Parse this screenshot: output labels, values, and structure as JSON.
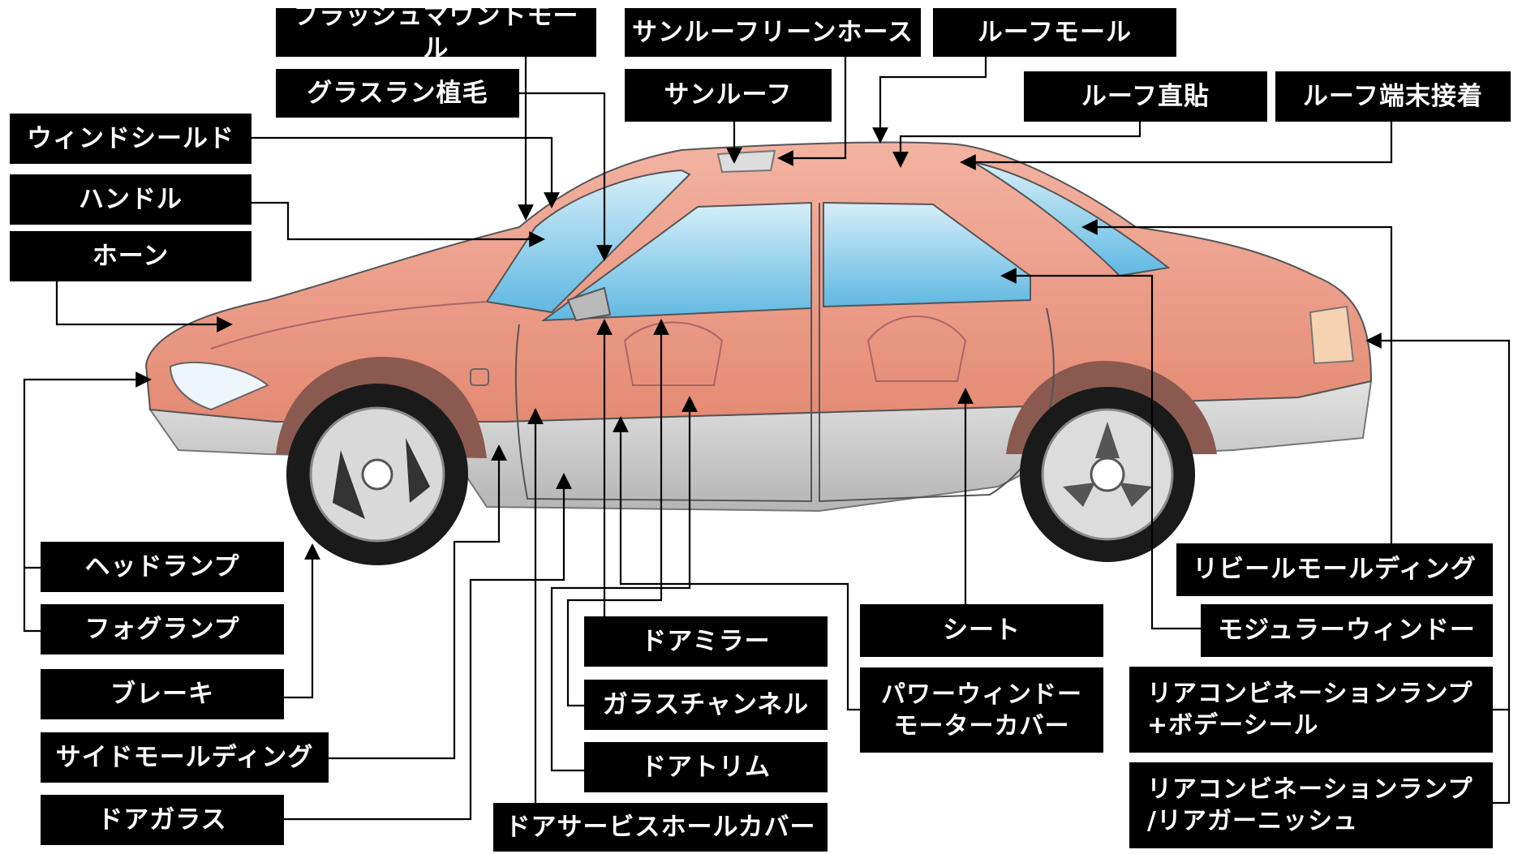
{
  "labels": {
    "flush_mount_mould": "フラッシュマウントモール",
    "sunroof_drain_hose": "サンルーフリーンホース",
    "roof_mould": "ルーフモール",
    "glass_run_flocking": "グラスラン植毛",
    "sunroof": "サンルーフ",
    "roof_direct": "ルーフ直貼",
    "roof_end_bonding": "ルーフ端末接着",
    "windshield": "ウィンドシールド",
    "steering": "ハンドル",
    "horn": "ホーン",
    "headlamp": "ヘッドランプ",
    "foglamp": "フォグランプ",
    "brake": "ブレーキ",
    "side_molding": "サイドモールディング",
    "door_glass": "ドアガラス",
    "door_mirror": "ドアミラー",
    "glass_channel": "ガラスチャンネル",
    "door_trim": "ドアトリム",
    "door_service_hole_cover": "ドアサービスホールカバー",
    "seat": "シート",
    "power_window_motor_cover_line1": "パワーウィンドー",
    "power_window_motor_cover_line2": "モーターカバー",
    "reveal_molding": "リビールモールディング",
    "modular_window": "モジュラーウィンドー",
    "rear_combi_body_seal_line1": "リアコンビネーションランプ",
    "rear_combi_body_seal_line2": "+ボデーシール",
    "rear_combi_garnish_line1": "リアコンビネーションランプ",
    "rear_combi_garnish_line2": "/リアガーニッシュ"
  },
  "colors": {
    "label_bg": "#000000",
    "label_text": "#ffffff",
    "car_body": "#ec9a85",
    "car_body_shadow": "#d9826c",
    "glass": "#8fd0ec",
    "lower_trim": "#c8c8c8",
    "tire": "#1a1a1a",
    "leader_line": "#000000"
  }
}
